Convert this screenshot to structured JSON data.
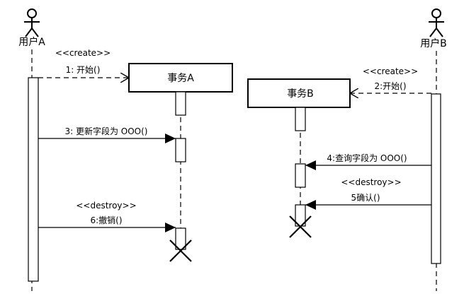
{
  "actors": [
    {
      "id": "userA",
      "label": "用户A"
    },
    {
      "id": "userB",
      "label": "用户B"
    }
  ],
  "objects": [
    {
      "id": "txA",
      "label": "事务A"
    },
    {
      "id": "txB",
      "label": "事务B"
    }
  ],
  "messages": [
    {
      "id": "m1",
      "label": "1: 开始()",
      "stereotype": "<<create>>",
      "style": "dashed-open"
    },
    {
      "id": "m2",
      "label": "2:开始()",
      "stereotype": "<<create>>",
      "style": "dashed-open"
    },
    {
      "id": "m3",
      "label": "3: 更新字段为 OOO()",
      "style": "solid-filled"
    },
    {
      "id": "m4",
      "label": "4:查询字段为 OOO()",
      "style": "solid-filled"
    },
    {
      "id": "m5",
      "label": "5确认()",
      "stereotype": "<<destroy>>",
      "style": "solid-filled"
    },
    {
      "id": "m6",
      "label": "6:撤销()",
      "stereotype": "<<destroy>>",
      "style": "solid-filled"
    }
  ]
}
